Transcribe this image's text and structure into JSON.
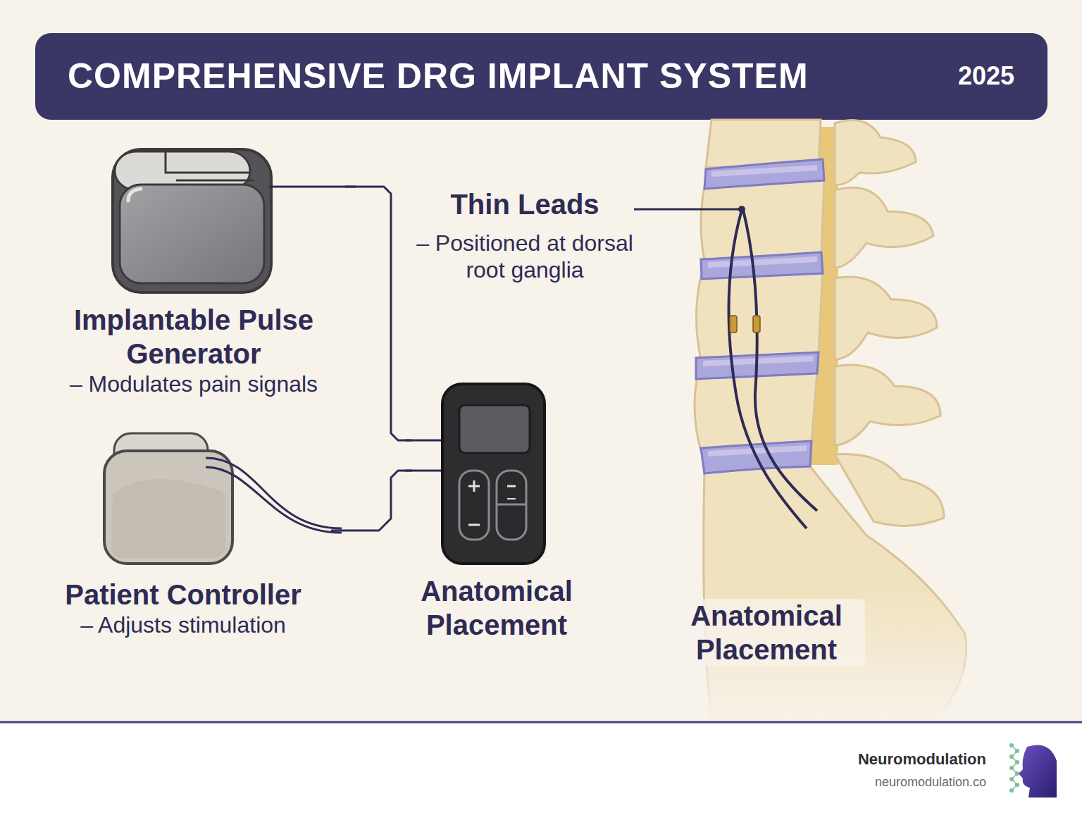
{
  "diagram": {
    "title": "COMPREHENSIVE DRG IMPLANT SYSTEM",
    "nodes": [
      {
        "text": [
          "Implantable Pulse Generator",
          "– Modulates pain signals"
        ]
      },
      {
        "text": [
          "Patient Controller",
          "– Adjusts stimulation"
        ]
      },
      {
        "text": [
          "Anatomical Placement"
        ]
      }
    ],
    "edges": [
      {
        "from": 0,
        "to": 2,
        "arrow": "none"
      },
      {
        "from": 1,
        "to": 2,
        "arrow": "none"
      }
    ],
    "labels": [
      "2025",
      "Thin Leads",
      "– Positioned at dorsal root ganglia",
      "Anatomical Placement",
      "Neuromodulation",
      "neuromodulation.co"
    ]
  }
}
